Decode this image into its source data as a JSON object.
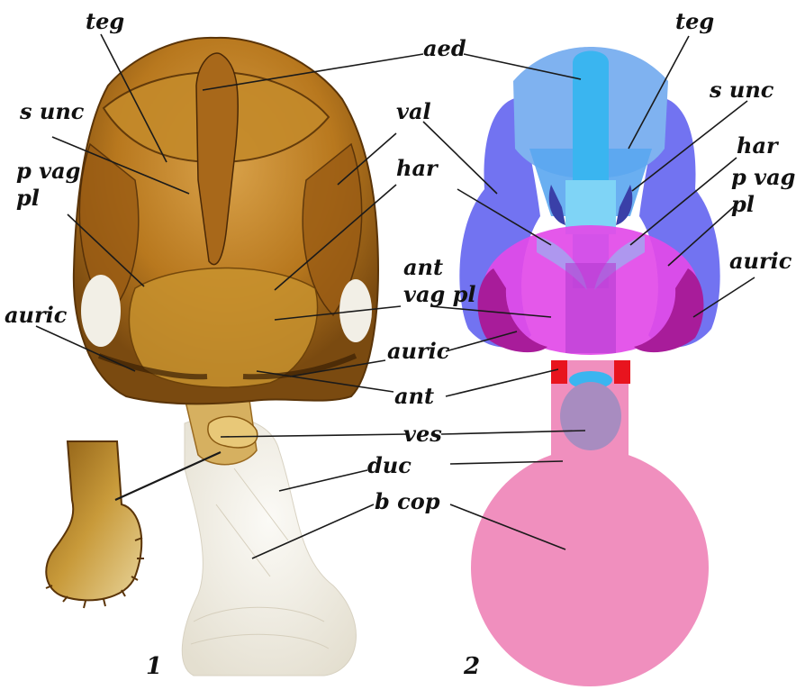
{
  "figure": {
    "panel_numbers": {
      "photo": "1",
      "scheme": "2"
    }
  },
  "labels": {
    "teg": "teg",
    "aed": "aed",
    "s_unc": "s unc",
    "val": "val",
    "p_vag_pl_line1": "p vag",
    "p_vag_pl_line2": "pl",
    "har": "har",
    "ant_vag_pl_line1": "ant",
    "ant_vag_pl_line2": "vag pl",
    "auric": "auric",
    "ant": "ant",
    "ves": "ves",
    "duc": "duc",
    "b_cop": "b cop"
  },
  "colors": {
    "photo_brown_dark": "#7a4a10",
    "photo_brown_mid": "#b8781e",
    "photo_brown_light": "#d9a24a",
    "photo_membrane": "#ece8dc",
    "scheme_light_blue": "#7fb2f0",
    "scheme_cyan": "#3ab5f0",
    "scheme_violet_blue": "#6a6cf0",
    "scheme_dark_blue": "#3a40a8",
    "scheme_magenta": "#e24ae8",
    "scheme_dark_magenta": "#a81c9a",
    "scheme_pink": "#f08fbe",
    "scheme_red": "#e8141e",
    "scheme_purple_vesica": "#a88cc0"
  }
}
